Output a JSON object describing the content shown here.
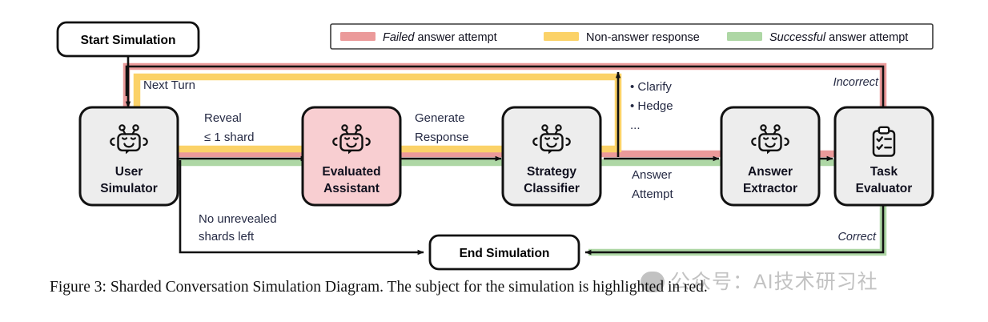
{
  "figure": {
    "caption": "Figure 3: Sharded Conversation Simulation Diagram. The subject for the simulation is highlighted in red.",
    "watermark": "公众号：AI技术研习社"
  },
  "colors": {
    "failed_red": "#eb9a9a",
    "nonanswer_yellow": "#fbd268",
    "success_green": "#aed7a5",
    "node_fill": "#ededed",
    "subject_fill": "#f8ced1",
    "stroke": "#111111",
    "label_text": "#252a44"
  },
  "legend": {
    "items": [
      {
        "color_key": "failed_red",
        "emph": "Failed",
        "rest": " answer attempt"
      },
      {
        "color_key": "nonanswer_yellow",
        "emph": "",
        "rest": "Non-answer response"
      },
      {
        "color_key": "success_green",
        "emph": "Successful",
        "rest": " answer attempt"
      }
    ]
  },
  "nodes": {
    "start": {
      "label": "Start Simulation",
      "type": "terminator"
    },
    "end": {
      "label": "End Simulation",
      "type": "terminator"
    },
    "user": {
      "line1": "User",
      "line2": "Simulator",
      "icon": "robot-icon",
      "highlighted": false
    },
    "assistant": {
      "line1": "Evaluated",
      "line2": "Assistant",
      "icon": "robot-icon",
      "highlighted": true
    },
    "strategy": {
      "line1": "Strategy",
      "line2": "Classifier",
      "icon": "robot-icon",
      "highlighted": false
    },
    "extractor": {
      "line1": "Answer",
      "line2": "Extractor",
      "icon": "robot-icon",
      "highlighted": false
    },
    "evaluator": {
      "line1": "Task",
      "line2": "Evaluator",
      "icon": "clipboard-checklist-icon",
      "highlighted": false
    }
  },
  "edges": {
    "next_turn": "Next Turn",
    "reveal_l1": "Reveal",
    "reveal_l2": "≤ 1 shard",
    "generate_l1": "Generate",
    "generate_l2": "Response",
    "strategy_b1": "• Clarify",
    "strategy_b2": "• Hedge",
    "strategy_b3": "...",
    "answer_l1": "Answer",
    "answer_l2": "Attempt",
    "no_shards_l1": "No unrevealed",
    "no_shards_l2": "shards left",
    "incorrect": "Incorrect",
    "correct": "Correct"
  }
}
